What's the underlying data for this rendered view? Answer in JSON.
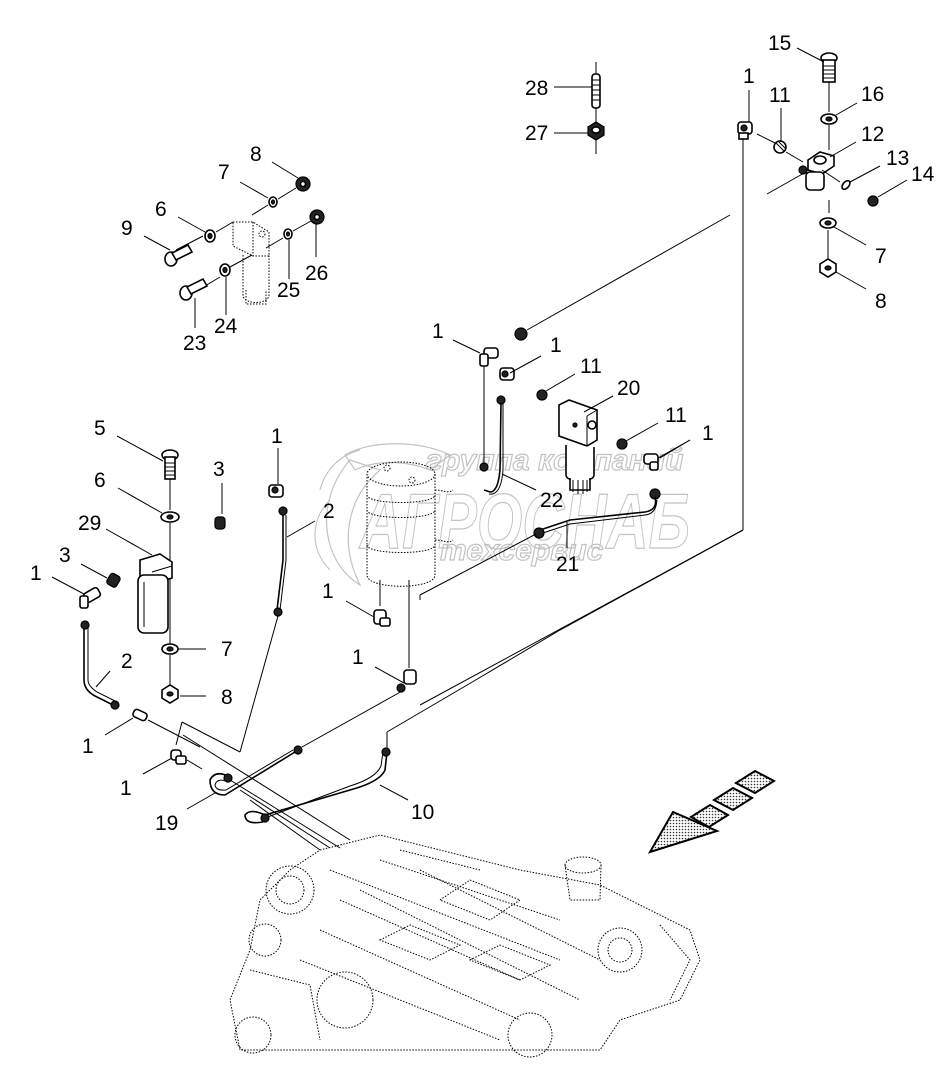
{
  "diagram": {
    "type": "exploded parts diagram",
    "subject": "fuel filter and fuel lines assembly on engine",
    "watermark": {
      "line1": "группа компаний",
      "line2": "АГРОСНАБ",
      "line3": "техсервис"
    },
    "callouts": [
      {
        "id": "c15",
        "label": "15"
      },
      {
        "id": "c28",
        "label": "28"
      },
      {
        "id": "c27",
        "label": "27"
      },
      {
        "id": "c1a",
        "label": "1"
      },
      {
        "id": "c11a",
        "label": "11"
      },
      {
        "id": "c16",
        "label": "16"
      },
      {
        "id": "c12",
        "label": "12"
      },
      {
        "id": "c13",
        "label": "13"
      },
      {
        "id": "c14",
        "label": "14"
      },
      {
        "id": "c7a",
        "label": "7"
      },
      {
        "id": "c8a",
        "label": "8"
      },
      {
        "id": "c8b",
        "label": "8"
      },
      {
        "id": "c7b",
        "label": "7"
      },
      {
        "id": "c6a",
        "label": "6"
      },
      {
        "id": "c9",
        "label": "9"
      },
      {
        "id": "c26",
        "label": "26"
      },
      {
        "id": "c25",
        "label": "25"
      },
      {
        "id": "c24",
        "label": "24"
      },
      {
        "id": "c23",
        "label": "23"
      },
      {
        "id": "c1b",
        "label": "1"
      },
      {
        "id": "c1c",
        "label": "1"
      },
      {
        "id": "c11b",
        "label": "11"
      },
      {
        "id": "c20",
        "label": "20"
      },
      {
        "id": "c11c",
        "label": "11"
      },
      {
        "id": "c1d",
        "label": "1"
      },
      {
        "id": "c22",
        "label": "22"
      },
      {
        "id": "c21",
        "label": "21"
      },
      {
        "id": "c5",
        "label": "5"
      },
      {
        "id": "c1e",
        "label": "1"
      },
      {
        "id": "c3a",
        "label": "3"
      },
      {
        "id": "c6b",
        "label": "6"
      },
      {
        "id": "c2a",
        "label": "2"
      },
      {
        "id": "c29",
        "label": "29"
      },
      {
        "id": "c3b",
        "label": "3"
      },
      {
        "id": "c1f",
        "label": "1"
      },
      {
        "id": "c1g",
        "label": "1"
      },
      {
        "id": "c7c",
        "label": "7"
      },
      {
        "id": "c2b",
        "label": "2"
      },
      {
        "id": "c1h",
        "label": "1"
      },
      {
        "id": "c8c",
        "label": "8"
      },
      {
        "id": "c1i",
        "label": "1"
      },
      {
        "id": "c1j",
        "label": "1"
      },
      {
        "id": "c19",
        "label": "19"
      },
      {
        "id": "c10",
        "label": "10"
      }
    ],
    "direction_arrow": "front-of-engine-arrow"
  }
}
